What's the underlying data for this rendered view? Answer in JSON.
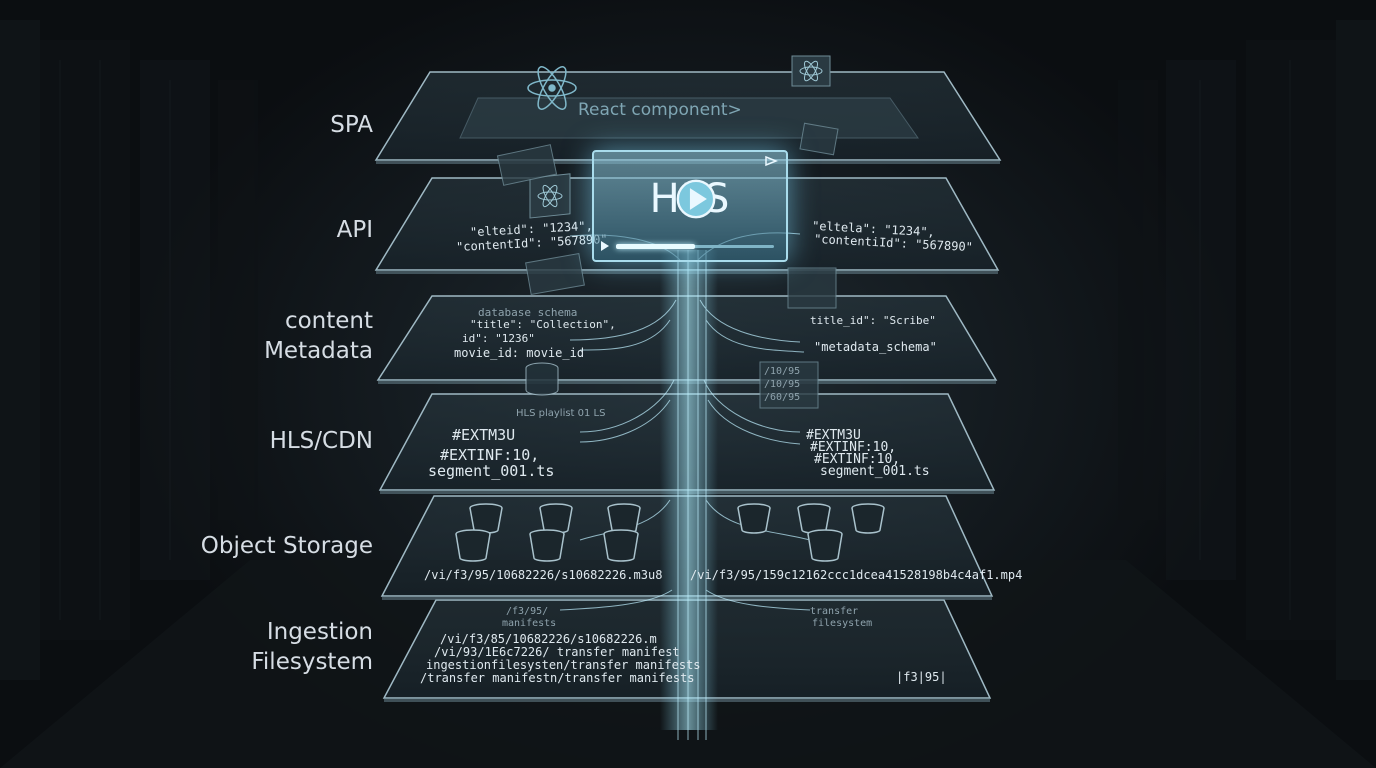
{
  "layers": [
    {
      "name": "SPA"
    },
    {
      "name": "API"
    },
    {
      "name": "content Metadata",
      "line1": "content",
      "line2": "Metadata"
    },
    {
      "name": "HLS/CDN"
    },
    {
      "name": "Object Storage"
    },
    {
      "name": "Ingestion Filesystem",
      "line1": "Ingestion",
      "line2": "Filesystem"
    }
  ],
  "hls_card": {
    "text": "HLS",
    "progress": 0.5
  },
  "spa_panel": {
    "component": "React component>"
  },
  "api_panel": {
    "left": [
      "\"elteid\": \"1234\",",
      "\"contentId\": \"567890\""
    ],
    "right": [
      "\"eltela\": \"1234\",",
      "\"contentiId\": \"567890\""
    ]
  },
  "metadata_panel": {
    "left": [
      "database schema",
      "\"title\": \"Collection\",",
      "id\": \"1236\"",
      "movie_id: movie_id"
    ],
    "right": [
      "title_id\": \"Scribe\"",
      "\"metadata_schema\""
    ],
    "floating": [
      "/10/95",
      "/10/95",
      "/60/95"
    ]
  },
  "hls_panel": {
    "caption": "HLS playlist 01 LS",
    "left": [
      "#EXTM3U",
      "#EXTINF:10,",
      "segment_001.ts"
    ],
    "right": [
      "#EXTM3U",
      "#EXTINF:10,",
      "#EXTINF:10,",
      "segment_001.ts"
    ]
  },
  "storage_panel": {
    "path_left": "/vi/f3/95/10682226/s10682226.m3u8",
    "path_right": "/vi/f3/95/159c12162ccc1dcea41528198b4c4af1.mp4"
  },
  "ingestion_panel": {
    "top_left": [
      "/f3/95/",
      "manifests"
    ],
    "top_right": [
      "transfer",
      "filesystem"
    ],
    "lines": [
      "/vi/f3/85/10682226/s10682226.m",
      "/vi/93/1E6c7226/ transfer manifest",
      "ingestionfilesysten/transfer manifests",
      "/transfer manifestn/transfer manifests"
    ],
    "corner": "|f3|95|"
  },
  "colors": {
    "background": "#0b0e11",
    "glass_edge": "#9fb9c4",
    "glow": "#8fe3ff",
    "label": "#d6dde4"
  }
}
